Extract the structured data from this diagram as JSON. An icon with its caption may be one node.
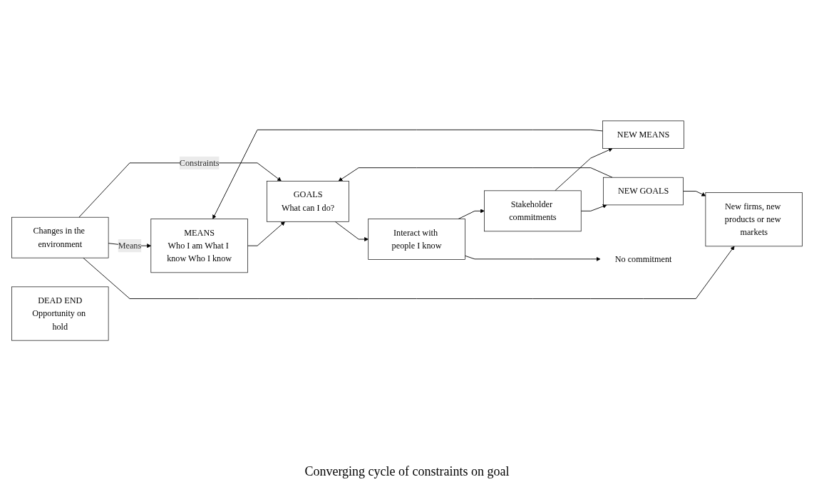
{
  "diagram": {
    "nodes": [
      {
        "text": [
          "MEANS",
          "Who I am What I know Who I know"
        ]
      },
      {
        "text": [
          "GOALS",
          "What can I do?"
        ]
      },
      {
        "text": [
          "Interact with people I know"
        ]
      },
      {
        "text": [
          "Stakeholder commitments"
        ]
      },
      {
        "text": [
          "NEW MEANS"
        ]
      },
      {
        "text": [
          "NEW GOALS"
        ]
      },
      {
        "text": [
          "Changes in the environment"
        ]
      },
      {
        "text": [
          "No commitment"
        ]
      },
      {
        "text": [
          "DEAD END",
          "Opportunity on hold"
        ]
      },
      {
        "text": [
          "New firms, new products or new markets"
        ]
      }
    ],
    "edges": [
      {
        "from": 0,
        "to": 1,
        "arrow": "to"
      },
      {
        "from": 1,
        "to": 2,
        "arrow": "to"
      },
      {
        "from": 2,
        "to": 3,
        "arrow": "to"
      },
      {
        "from": 3,
        "to": 4,
        "arrow": "to"
      },
      {
        "from": 3,
        "to": 5,
        "arrow": "to"
      },
      {
        "from": 2,
        "to": 7,
        "arrow": "to"
      },
      {
        "from": 4,
        "to": 0,
        "arrow": "to"
      },
      {
        "from": 6,
        "to": 0,
        "label": "Means",
        "arrow": "to"
      },
      {
        "from": 6,
        "to": 1,
        "label": "Constraints",
        "arrow": "to"
      },
      {
        "from": 5,
        "to": 1,
        "arrow": "to"
      },
      {
        "from": 6,
        "to": 9,
        "arrow": "to"
      },
      {
        "from": 5,
        "to": 9,
        "arrow": "to"
      }
    ],
    "labels": [
      "Converging cycle of constraints on goal"
    ]
  }
}
